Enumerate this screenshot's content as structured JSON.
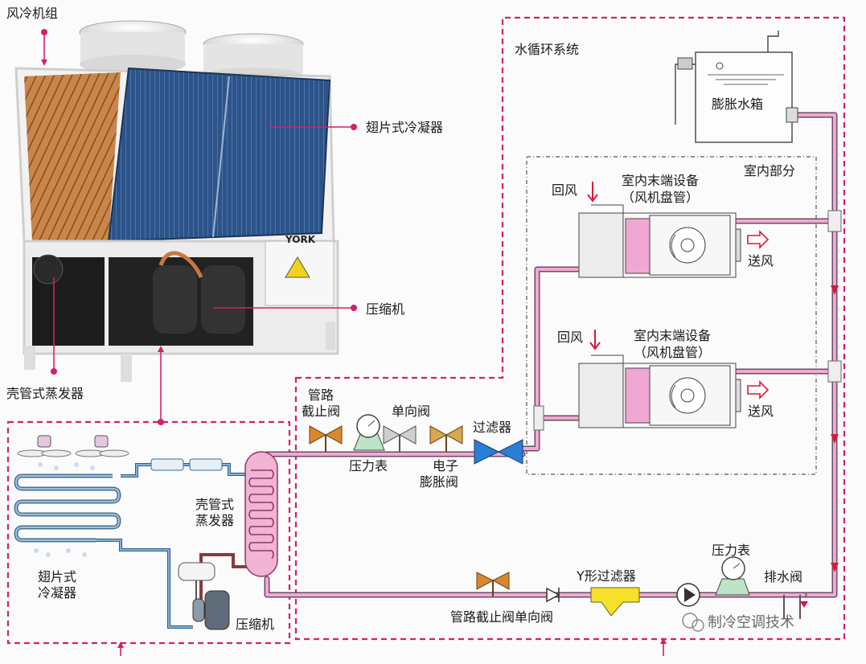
{
  "labels": {
    "air_cooled_unit": "风冷机组",
    "fin_condenser": "翅片式冷凝器",
    "compressor": "压缩机",
    "shell_tube_evaporator": "壳管式蒸发器",
    "water_circulation": "水循环系统",
    "expansion_tank": "膨胀水箱",
    "indoor_part": "室内部分",
    "indoor_unit_1_line1": "室内末端设备",
    "indoor_unit_1_line2": "（风机盘管）",
    "indoor_unit_2_line1": "室内末端设备",
    "indoor_unit_2_line2": "（风机盘管）",
    "return_air_1": "回风",
    "return_air_2": "回风",
    "supply_air_1": "送风",
    "supply_air_2": "送风",
    "pipe_stop_valve_line1": "管路",
    "pipe_stop_valve_line2": "截止阀",
    "check_valve": "单向阀",
    "filter": "过滤器",
    "pressure_gauge_1": "压力表",
    "electronic_exp_valve_line1": "电子",
    "electronic_exp_valve_line2": "膨胀阀",
    "evaporator_line1": "壳管式",
    "evaporator_line2": "蒸发器",
    "fin_condenser_line1": "翅片式",
    "fin_condenser_line2": "冷凝器",
    "compressor_2": "压缩机",
    "y_filter": "Y形过滤器",
    "pressure_gauge_2": "压力表",
    "drain_valve": "排水阀",
    "bottom_valves": "管路截止阀单向阀",
    "brand_logo": "YORK",
    "watermark": "制冷空调技术"
  },
  "colors": {
    "accent_dashed": "#d2206e",
    "water_pipe": "#f2a9d2",
    "refrigerant_pipe": "#3d7fae",
    "condenser_panel": "#2c4f82",
    "valve_orange": "#d8892f",
    "filter_blue": "#2a7ed6",
    "y_filter_yellow": "#f5e02a",
    "pump_green": "#bfe3c7"
  }
}
